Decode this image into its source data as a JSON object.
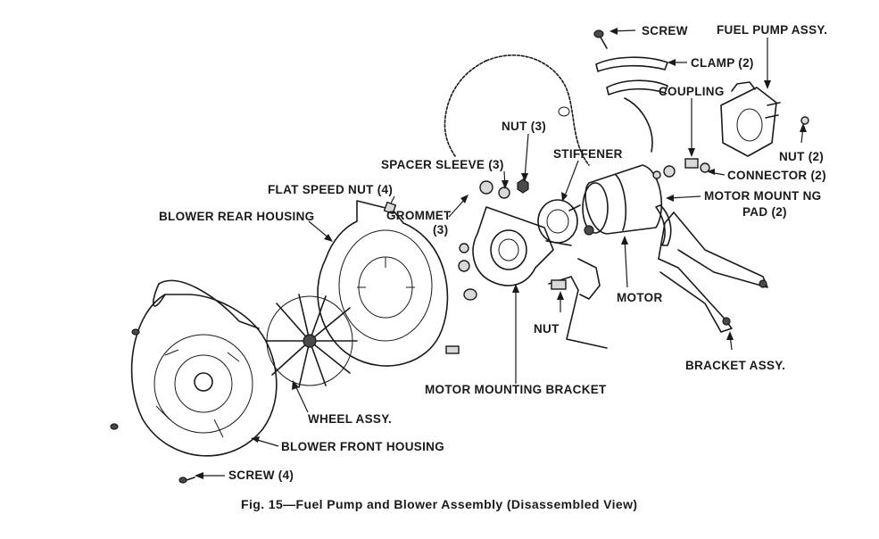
{
  "labels": {
    "screw_top": "SCREW",
    "fuel_pump_assy": "FUEL PUMP ASSY.",
    "clamp": "CLAMP (2)",
    "coupling": "COUPLING",
    "nut_3": "NUT (3)",
    "stiffener": "STIFFENER",
    "spacer_sleeve": "SPACER SLEEVE (3)",
    "nut_2": "NUT (2)",
    "connector": "CONNECTOR (2)",
    "motor_mounting_pad_1": "MOTOR MOUNT NG",
    "motor_mounting_pad_2": "PAD (2)",
    "flat_speed_nut": "FLAT SPEED NUT (4)",
    "grommet_1": "GROMMET",
    "grommet_2": "(3)",
    "blower_rear_housing": "BLOWER REAR HOUSING",
    "motor": "MOTOR",
    "nut": "NUT",
    "bracket_assy": "BRACKET ASSY.",
    "motor_mounting_bracket": "MOTOR MOUNTING BRACKET",
    "wheel_assy": "WHEEL ASSY.",
    "blower_front_housing": "BLOWER FRONT HOUSING",
    "screw_4": "SCREW (4)"
  },
  "caption": "Fig. 15—Fuel Pump and Blower Assembly (Disassembled View)"
}
